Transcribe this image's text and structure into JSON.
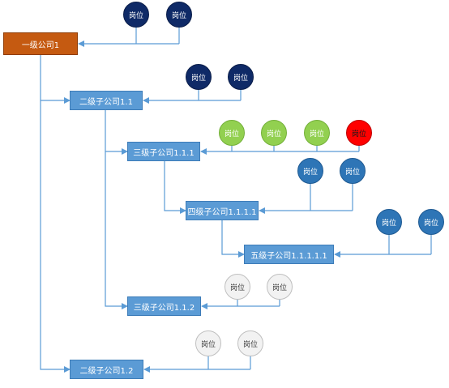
{
  "colors": {
    "line": "#5b9bd5",
    "root_fill": "#c55a11",
    "company_fill": "#5b9bd5",
    "post_navy": "#0f2a67",
    "post_blue": "#2e75b6",
    "post_green": "#92d050",
    "post_red": "#ff0000",
    "post_gray": "#f2f2f2"
  },
  "companies": [
    {
      "label": "一级公司1"
    },
    {
      "label": "二级子公司1.1"
    },
    {
      "label": "三级子公司1.1.1"
    },
    {
      "label": "四级子公司1.1.1.1"
    },
    {
      "label": "五级子公司1.1.1.1.1"
    },
    {
      "label": "三级子公司1.1.2"
    },
    {
      "label": "二级子公司1.2"
    }
  ],
  "posts": [
    {
      "label": "岗位",
      "color": "navy"
    },
    {
      "label": "岗位",
      "color": "navy"
    },
    {
      "label": "岗位",
      "color": "navy"
    },
    {
      "label": "岗位",
      "color": "navy"
    },
    {
      "label": "岗位",
      "color": "green"
    },
    {
      "label": "岗位",
      "color": "green"
    },
    {
      "label": "岗位",
      "color": "green"
    },
    {
      "label": "岗位",
      "color": "red"
    },
    {
      "label": "岗位",
      "color": "blue"
    },
    {
      "label": "岗位",
      "color": "blue"
    },
    {
      "label": "岗位",
      "color": "blue"
    },
    {
      "label": "岗位",
      "color": "blue"
    },
    {
      "label": "岗位",
      "color": "gray"
    },
    {
      "label": "岗位",
      "color": "gray"
    },
    {
      "label": "岗位",
      "color": "gray"
    },
    {
      "label": "岗位",
      "color": "gray"
    }
  ]
}
